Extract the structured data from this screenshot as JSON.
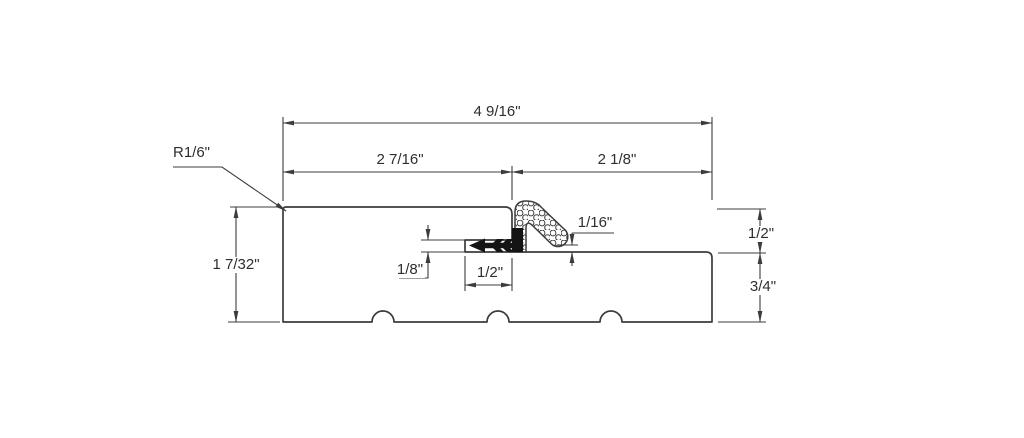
{
  "meta": {
    "background_color": "#ffffff",
    "line_color": "#3c3c3c",
    "text_color": "#2e2e2e",
    "solid_fill_color": "#141414",
    "unit": "inch"
  },
  "drawing": {
    "kind": "extrusion-profile-cross-section-with-kerf-seal",
    "labels": {
      "overall_width": "4 9/16\"",
      "left_section_width": "2 7/16\"",
      "right_section_width": "2 1/8\"",
      "corner_radius": "R1/6\"",
      "overall_height": "1 7/32\"",
      "kerf_height": "1/8\"",
      "kerf_depth": "1/2\"",
      "seal_clearance": "1/16\"",
      "right_step_upper_height": "1/2\"",
      "right_step_lower_height": "3/4\""
    }
  }
}
